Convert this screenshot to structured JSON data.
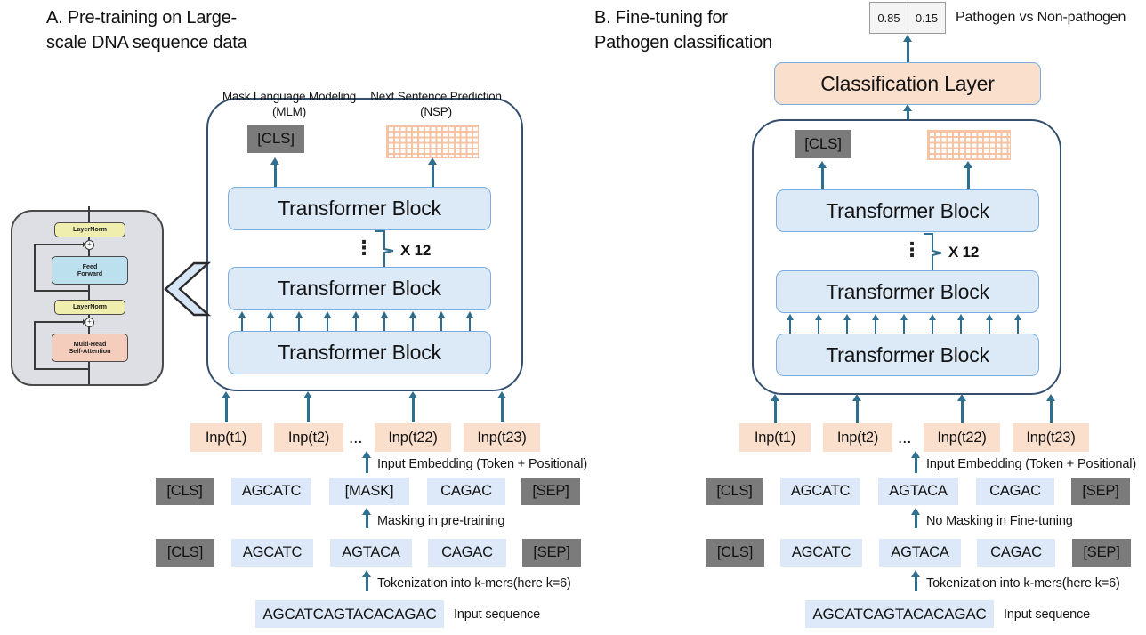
{
  "panels": {
    "a": {
      "title": "A. Pre-training on Large-\nscale DNA sequence data",
      "head_left": "Mask Language Modeling\n(MLM)",
      "head_right": "Next Sentence Prediction\n(NSP)",
      "cls_label": "[CLS]",
      "nsp_output_icon": "nsp-grid-icon",
      "blocks": [
        "Transformer Block",
        "Transformer Block",
        "Transformer Block"
      ],
      "repeat_label": "X 12",
      "vertical_dots": "⋮",
      "embedding_row": [
        "Inp(t1)",
        "Inp(t2)",
        "...",
        "Inp(t22)",
        "Inp(t23)"
      ],
      "embedding_caption": "Input Embedding (Token + Positional)",
      "masked_tokens": [
        "[CLS]",
        "AGCATC",
        "[MASK]",
        "CAGAC",
        "[SEP]"
      ],
      "masking_caption": "Masking in pre-training",
      "kmer_tokens": [
        "[CLS]",
        "AGCATC",
        "AGTACA",
        "CAGAC",
        "[SEP]"
      ],
      "tokenization_caption": "Tokenization into k-mers(here k=6)",
      "input_sequence": "AGCATCAGTACACAGAC",
      "input_sequence_caption": "Input sequence"
    },
    "b": {
      "title": "B. Fine-tuning for\nPathogen classification",
      "probabilities": [
        "0.85",
        "0.15"
      ],
      "probabilities_caption": "Pathogen vs Non-pathogen",
      "classification_layer": "Classification Layer",
      "cls_label": "[CLS]",
      "nsp_output_icon": "nsp-grid-icon",
      "blocks": [
        "Transformer Block",
        "Transformer Block",
        "Transformer Block"
      ],
      "repeat_label": "X 12",
      "vertical_dots": "⋮",
      "embedding_row": [
        "Inp(t1)",
        "Inp(t2)",
        "...",
        "Inp(t22)",
        "Inp(t23)"
      ],
      "embedding_caption": "Input Embedding (Token + Positional)",
      "unmasked_tokens": [
        "[CLS]",
        "AGCATC",
        "AGTACA",
        "CAGAC",
        "[SEP]"
      ],
      "masking_caption": "No Masking in Fine-tuning",
      "kmer_tokens": [
        "[CLS]",
        "AGCATC",
        "AGTACA",
        "CAGAC",
        "[SEP]"
      ],
      "tokenization_caption": "Tokenization into k-mers(here k=6)",
      "input_sequence": "AGCATCAGTACACAGAC",
      "input_sequence_caption": "Input sequence"
    }
  },
  "inset": {
    "layernorm_top": "LayerNorm",
    "feed_forward": "Feed\nForward",
    "layernorm_bottom": "LayerNorm",
    "multihead": "Multi-Head\nSelf-Attention",
    "add_symbol": "+"
  },
  "colors": {
    "block_fill": "#dce9f7",
    "block_border": "#7aaee0",
    "peach": "#fbdfcd",
    "token_blue": "#dde9f8",
    "token_gray": "#7b7b7b",
    "arrow_teal": "#2e6e8e",
    "group_border": "#34506e",
    "nsp_orange": "#f6c4a4",
    "inset_bg": "#dedfe4"
  }
}
